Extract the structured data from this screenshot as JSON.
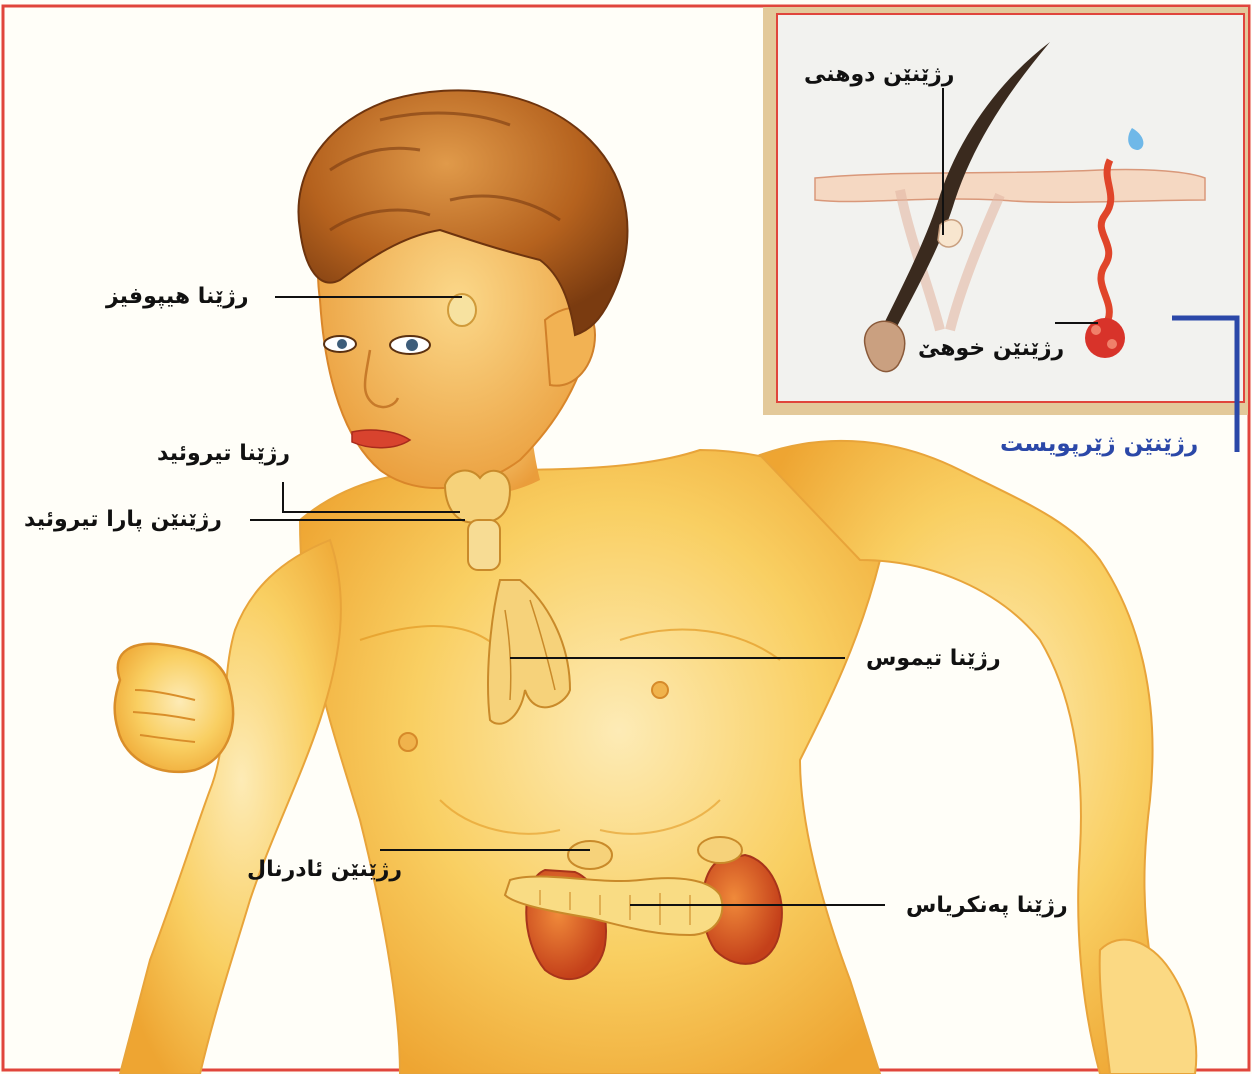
{
  "labels": {
    "hypophysis": "رژێنا هیپوفیز",
    "thyroid": "رژێنا تیروئید",
    "parathyroid": "رژێنێن پارا تیروئید",
    "thymus": "رژێنا تیموس",
    "adrenal": "رژێنێن ئادرنال",
    "pancreas": "رژێنا پەنکریاس",
    "sebaceous": "رژێنێن دوهنی",
    "sweat": "رژێنێن خوهێ",
    "subcutaneous": "رژێنێن ژێرپویست"
  },
  "colors": {
    "frame_red": "#e0453c",
    "inset_border": "#e0c79a",
    "bracket_blue": "#2b48a8",
    "skin_light": "#fde7a8",
    "skin_mid": "#f7c64d",
    "skin_dark": "#e39a25",
    "hair": "#b5621e",
    "kidney": "#d9541e"
  }
}
